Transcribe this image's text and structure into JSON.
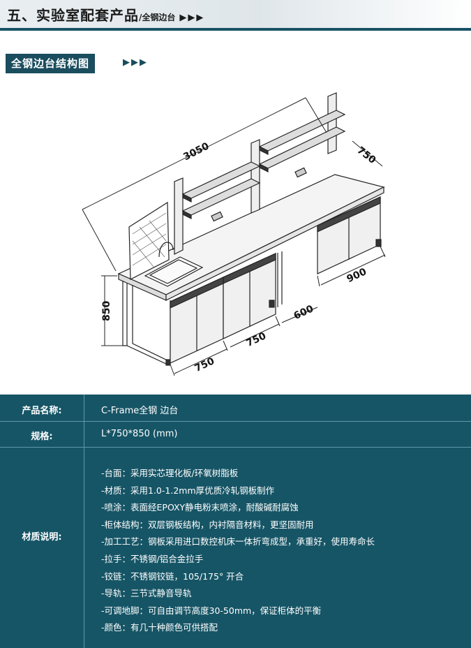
{
  "header": {
    "title": "五、实验室配套产品",
    "subtitle": "/全钢边台",
    "arrows": "▶▶▶"
  },
  "section": {
    "label": "全钢边台结构图",
    "arrows": "▶▶▶"
  },
  "diagram": {
    "dim_length": "3050",
    "dim_depth": "750",
    "dim_height": "850",
    "dim_cab1": "750",
    "dim_cab2": "750",
    "dim_gap": "600",
    "dim_cab3": "900"
  },
  "specs": {
    "name_label": "产品名称:",
    "name_value": "C-Frame全钢 边台",
    "size_label": "规格:",
    "size_value": "L*750*850 (mm)",
    "material_label": "材质说明:",
    "material_items": [
      "-台面：采用实芯理化板/环氧树脂板",
      "-材质：采用1.0-1.2mm厚优质冷轧钢板制作",
      "-喷涂：表面经EPOXY静电粉末喷涂，耐酸碱耐腐蚀",
      "-柜体结构：双层钢板结构，内衬隔音材料，更坚固耐用",
      "-加工工艺：钢板采用进口数控机床一体折弯成型，承重好，使用寿命长",
      "-拉手：不锈钢/铝合金拉手",
      "-铰链：不锈钢铰链，105/175°  开合",
      "-导轨：三节式静音导轨",
      "-可调地脚：可自由调节高度30-50mm，保证柜体的平衡",
      "-颜色：有几十种颜色可供搭配"
    ]
  }
}
